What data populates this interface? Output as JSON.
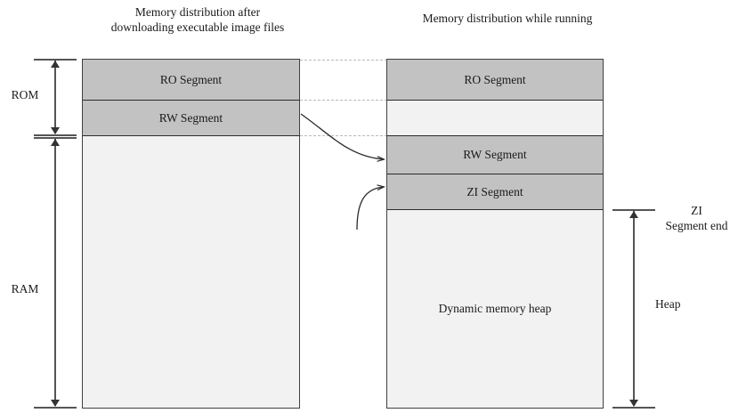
{
  "diagram": {
    "titles": {
      "left": "Memory distribution after downloading executable image files",
      "right": "Memory distribution while running"
    },
    "left_column": {
      "segments": [
        {
          "label": "RO Segment",
          "kind": "filled"
        },
        {
          "label": "RW Segment",
          "kind": "filled"
        },
        {
          "label": "",
          "kind": "empty"
        }
      ]
    },
    "right_column": {
      "segments": [
        {
          "label": "RO Segment",
          "kind": "filled"
        },
        {
          "label": "",
          "kind": "empty"
        },
        {
          "label": "RW Segment",
          "kind": "filled"
        },
        {
          "label": "ZI Segment",
          "kind": "filled"
        },
        {
          "label": "Dynamic memory heap",
          "kind": "empty"
        }
      ]
    },
    "left_brackets": [
      {
        "name": "rom",
        "label": "ROM"
      },
      {
        "name": "ram",
        "label": "RAM"
      }
    ],
    "right_annotations": {
      "zi_segment_end": "ZI\nSegment end",
      "heap": "Heap"
    },
    "colors": {
      "segment_fill": "#c2c2c2",
      "empty_fill": "#f2f2f2",
      "border": "#2b2b2b",
      "outline": "#404040",
      "guide": "#b9b9b9",
      "arrow": "#333333",
      "text": "#1a1a1a"
    }
  }
}
